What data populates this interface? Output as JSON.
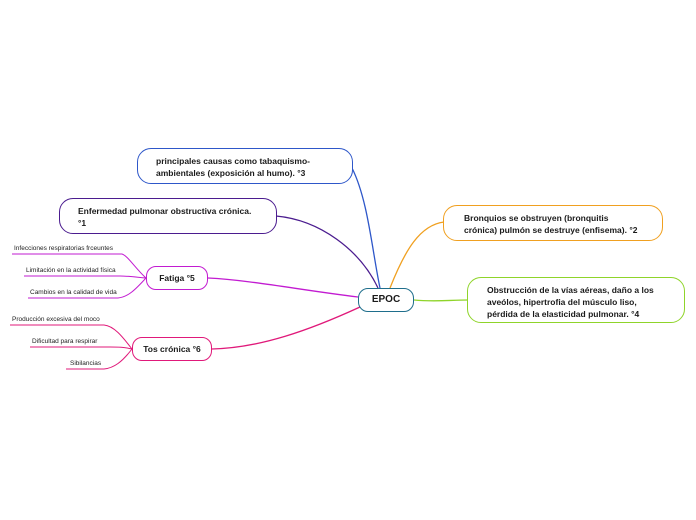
{
  "center": {
    "label": "EPOC",
    "color": "#1f6e8c"
  },
  "branches": {
    "causas": {
      "text": "principales causas  como tabaquismo-\nambientales (exposición al humo). °3",
      "color": "#2e57c9"
    },
    "enfermedad": {
      "text": "Enfermedad pulmonar obstructiva crónica.\n°1",
      "color": "#4b1c8f"
    },
    "bronquios": {
      "text": "Bronquios se obstruyen (bronquitis\ncrónica)  pulmón se destruye (enfisema). °2",
      "color": "#f0a020"
    },
    "obstruccion": {
      "text": "Obstrucción de la vías aéreas, daño a los\naveólos, hipertrofia del músculo liso,\npérdida de la elasticidad pulmonar. °4",
      "color": "#8fd42a"
    },
    "fatiga": {
      "label": "Fatiga °5",
      "color": "#c21bd1",
      "children": [
        "Infecciones respiratorias frceuntes",
        "Limitación en la actividad física",
        "Cambios en la calidad de vida"
      ]
    },
    "tos": {
      "label": "Tos crónica °6",
      "color": "#e0197a",
      "children": [
        "Producción excesiva del moco",
        "Dificultad para respirar",
        "Sibilancias"
      ]
    }
  }
}
